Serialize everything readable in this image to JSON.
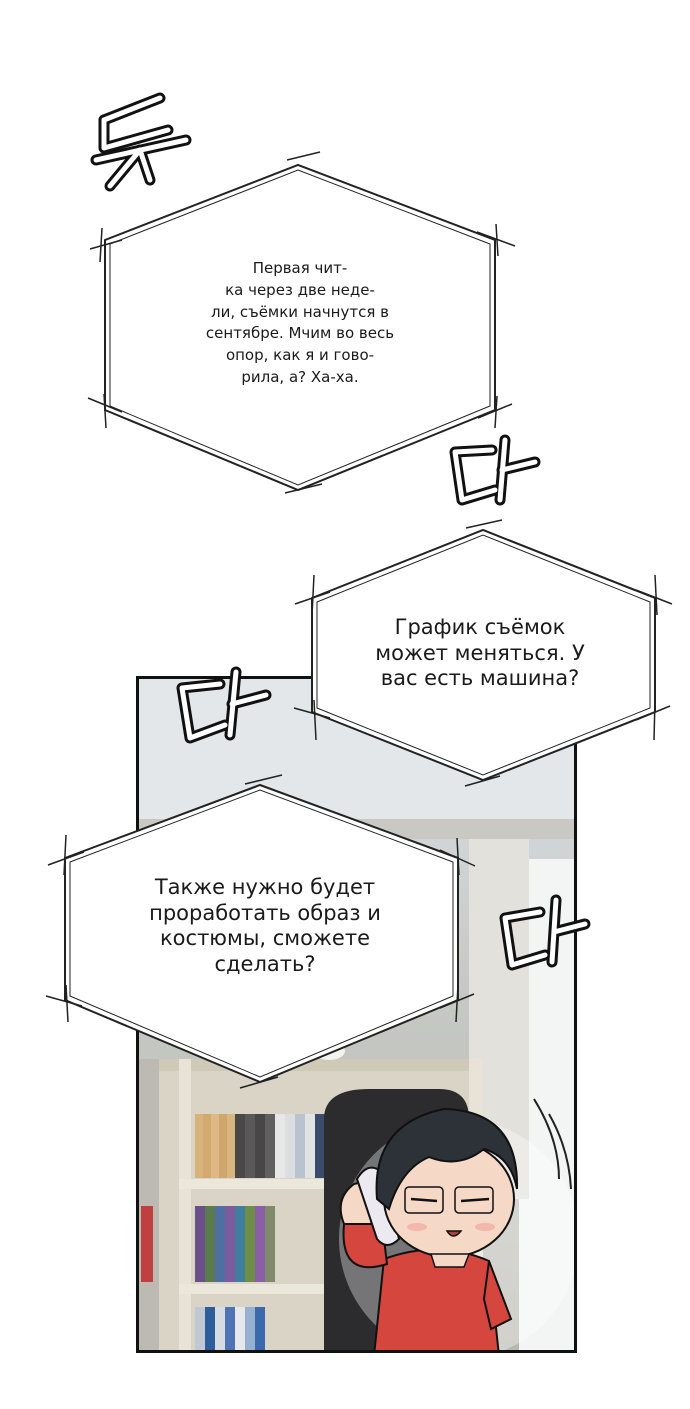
{
  "bubbles": {
    "b1": "Первая чит-\nка через две неде-\nли, съёмки начнутся в\nсентябре. Мчим во весь\nопор, как я и гово-\nрила, а? Ха-ха.",
    "b2": "График съёмок\nможет меняться. У\nвас есть машина?",
    "b3": "Также нужно будет\nпроработать образ и\nкостюмы, сможете\nсделать?"
  },
  "colors": {
    "ink": "#111111",
    "shirt": "#d5473e",
    "hair": "#2c3238",
    "skin": "#f5d8c6"
  }
}
